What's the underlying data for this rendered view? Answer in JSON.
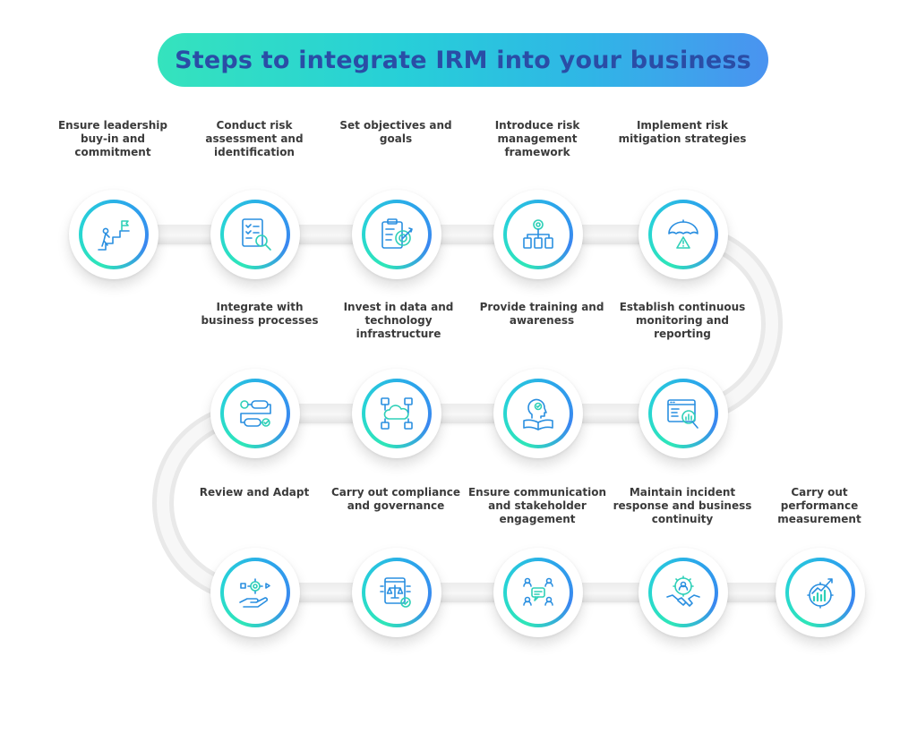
{
  "title": "Steps to integrate IRM into your business",
  "colors": {
    "accent_start": "#35e3bd",
    "accent_end": "#4a93f0",
    "title_text": "#2a4da6",
    "label_text": "#3b3b3b"
  },
  "steps": [
    {
      "label": "Ensure leadership buy-in and commitment",
      "icon": "leadership-climb-icon"
    },
    {
      "label": "Conduct risk assessment and identification",
      "icon": "checklist-magnifier-icon"
    },
    {
      "label": "Set objectives and goals",
      "icon": "clipboard-target-icon"
    },
    {
      "label": "Introduce risk management framework",
      "icon": "gear-hierarchy-icon"
    },
    {
      "label": "Implement risk mitigation strategies",
      "icon": "umbrella-warning-icon"
    },
    {
      "label": "Establish continuous monitoring and reporting",
      "icon": "dashboard-magnifier-icon"
    },
    {
      "label": "Provide training and awareness",
      "icon": "head-book-icon"
    },
    {
      "label": "Invest in data and technology infrastructure",
      "icon": "cloud-network-icon"
    },
    {
      "label": "Integrate with business processes",
      "icon": "process-flow-icon"
    },
    {
      "label": "Review and Adapt",
      "icon": "hand-gear-icon"
    },
    {
      "label": "Carry out compliance and governance",
      "icon": "scale-check-icon"
    },
    {
      "label": "Ensure communication and stakeholder engagement",
      "icon": "people-chat-icon"
    },
    {
      "label": "Maintain incident response and business continuity",
      "icon": "gear-handshake-icon"
    },
    {
      "label": "Carry out performance measurement",
      "icon": "gear-chart-icon"
    }
  ]
}
